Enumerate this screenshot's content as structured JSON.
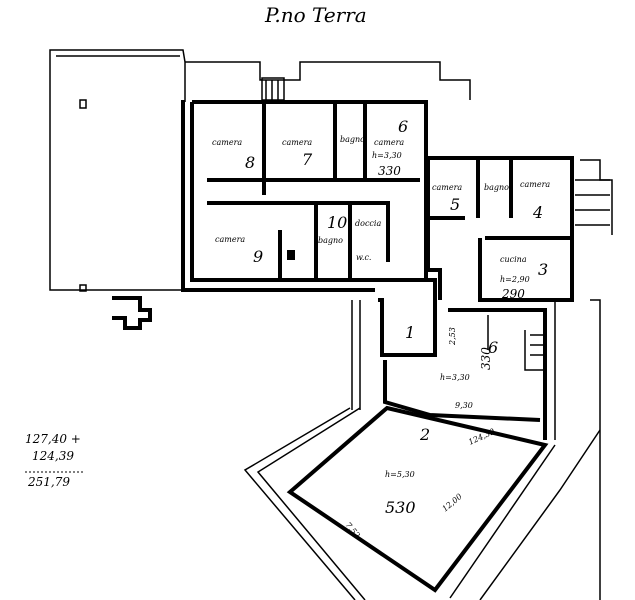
{
  "title": "P.no Terra",
  "rooms": [
    {
      "label": "camera",
      "number": "8"
    },
    {
      "label": "camera",
      "number": "7"
    },
    {
      "label": "bagno",
      "number": ""
    },
    {
      "label": "camera",
      "number": "6"
    },
    {
      "label": "camera",
      "number": "9"
    },
    {
      "label": "bagno",
      "number": "10"
    },
    {
      "label": "doccia",
      "number": ""
    },
    {
      "label": "w.c.",
      "number": ""
    },
    {
      "label": "camera",
      "number": "5"
    },
    {
      "label": "bagno",
      "number": ""
    },
    {
      "label": "camera",
      "number": "4"
    },
    {
      "label": "cucina",
      "number": "3"
    },
    {
      "label": "",
      "number": "1"
    },
    {
      "label": "",
      "number": "6"
    },
    {
      "label": "",
      "number": "2"
    }
  ],
  "heights": {
    "camera6": "h=3,30",
    "camera6_mark": "330",
    "cucina": "h=2,90",
    "cucina_mark": "290",
    "stair": "2,53",
    "hall": "h=3,30",
    "hall_mark": "330",
    "hall_area": "9,30",
    "salone": "h=5,30",
    "salone_mark": "530",
    "salone_area": "124,39",
    "salone_dim": "12,00",
    "side_dim": "7,52"
  },
  "notes": {
    "line1": "127,40 +",
    "line2": "124,39",
    "line3": "251,79"
  }
}
